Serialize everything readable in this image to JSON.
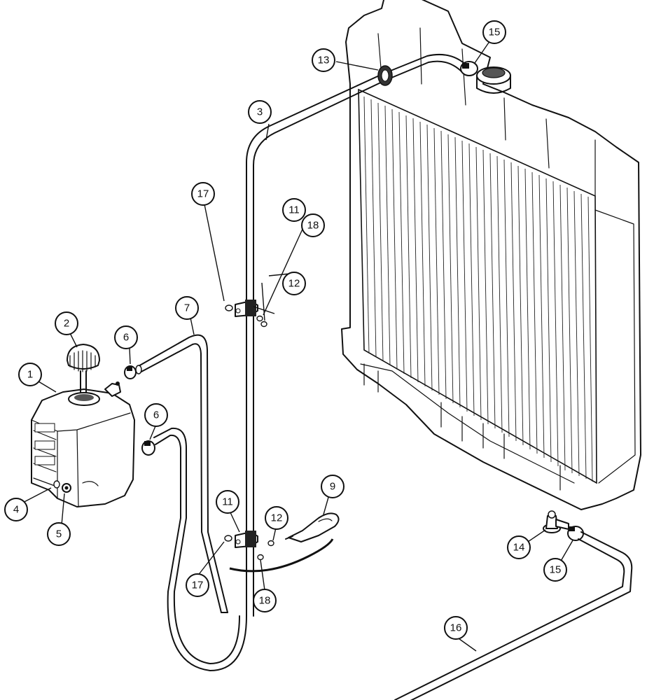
{
  "callouts": {
    "c1": "1",
    "c2": "2",
    "c3": "3",
    "c4": "4",
    "c5": "5",
    "c6a": "6",
    "c6b": "6",
    "c7": "7",
    "c9": "9",
    "c11a": "11",
    "c11b": "11",
    "c12a": "12",
    "c12b": "12",
    "c13": "13",
    "c14": "14",
    "c15a": "15",
    "c15b": "15",
    "c16": "16",
    "c17a": "17",
    "c17b": "17",
    "c18a": "18",
    "c18b": "18"
  }
}
